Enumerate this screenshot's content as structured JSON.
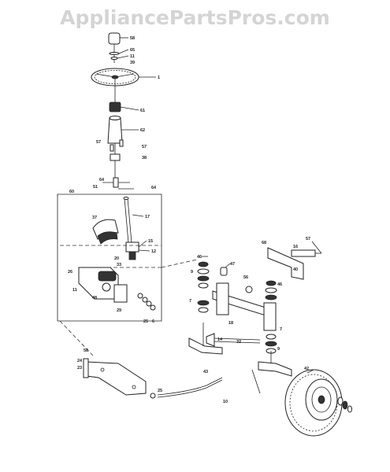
{
  "watermark": "AppliancePartsPros.com",
  "callouts": [
    {
      "id": "c-58a",
      "text": "58"
    },
    {
      "id": "c-65",
      "text": "65"
    },
    {
      "id": "c-11a",
      "text": "11"
    },
    {
      "id": "c-39",
      "text": "39"
    },
    {
      "id": "c-1",
      "text": "1"
    },
    {
      "id": "c-61",
      "text": "61"
    },
    {
      "id": "c-62",
      "text": "62"
    },
    {
      "id": "c-57a",
      "text": "57"
    },
    {
      "id": "c-57b",
      "text": "57"
    },
    {
      "id": "c-38",
      "text": "38"
    },
    {
      "id": "c-60",
      "text": "60"
    },
    {
      "id": "c-64a",
      "text": "64"
    },
    {
      "id": "c-51",
      "text": "51"
    },
    {
      "id": "c-64b",
      "text": "64"
    },
    {
      "id": "c-17",
      "text": "17"
    },
    {
      "id": "c-37",
      "text": "37"
    },
    {
      "id": "c-15",
      "text": "15"
    },
    {
      "id": "c-12",
      "text": "12"
    },
    {
      "id": "c-20",
      "text": "20"
    },
    {
      "id": "c-33",
      "text": "33"
    },
    {
      "id": "c-26",
      "text": "26"
    },
    {
      "id": "c-11b",
      "text": "11"
    },
    {
      "id": "c-48",
      "text": "48"
    },
    {
      "id": "c-29",
      "text": "29"
    },
    {
      "id": "c-25a",
      "text": "25"
    },
    {
      "id": "c-6",
      "text": "6"
    },
    {
      "id": "c-68",
      "text": "68"
    },
    {
      "id": "c-57c",
      "text": "57"
    },
    {
      "id": "c-16",
      "text": "16"
    },
    {
      "id": "c-40",
      "text": "40"
    },
    {
      "id": "c-46a",
      "text": "46"
    },
    {
      "id": "c-47",
      "text": "47"
    },
    {
      "id": "c-56",
      "text": "56"
    },
    {
      "id": "c-9a",
      "text": "9"
    },
    {
      "id": "c-7a",
      "text": "7"
    },
    {
      "id": "c-46b",
      "text": "46"
    },
    {
      "id": "c-18",
      "text": "18"
    },
    {
      "id": "c-7b",
      "text": "7"
    },
    {
      "id": "c-9b",
      "text": "9"
    },
    {
      "id": "c-24",
      "text": "24"
    },
    {
      "id": "c-23",
      "text": "23"
    },
    {
      "id": "c-58b",
      "text": "58"
    },
    {
      "id": "c-14",
      "text": "14"
    },
    {
      "id": "c-32",
      "text": "32"
    },
    {
      "id": "c-43",
      "text": "43"
    },
    {
      "id": "c-10",
      "text": "10"
    },
    {
      "id": "c-42",
      "text": "42"
    },
    {
      "id": "c-25b",
      "text": "25"
    }
  ]
}
